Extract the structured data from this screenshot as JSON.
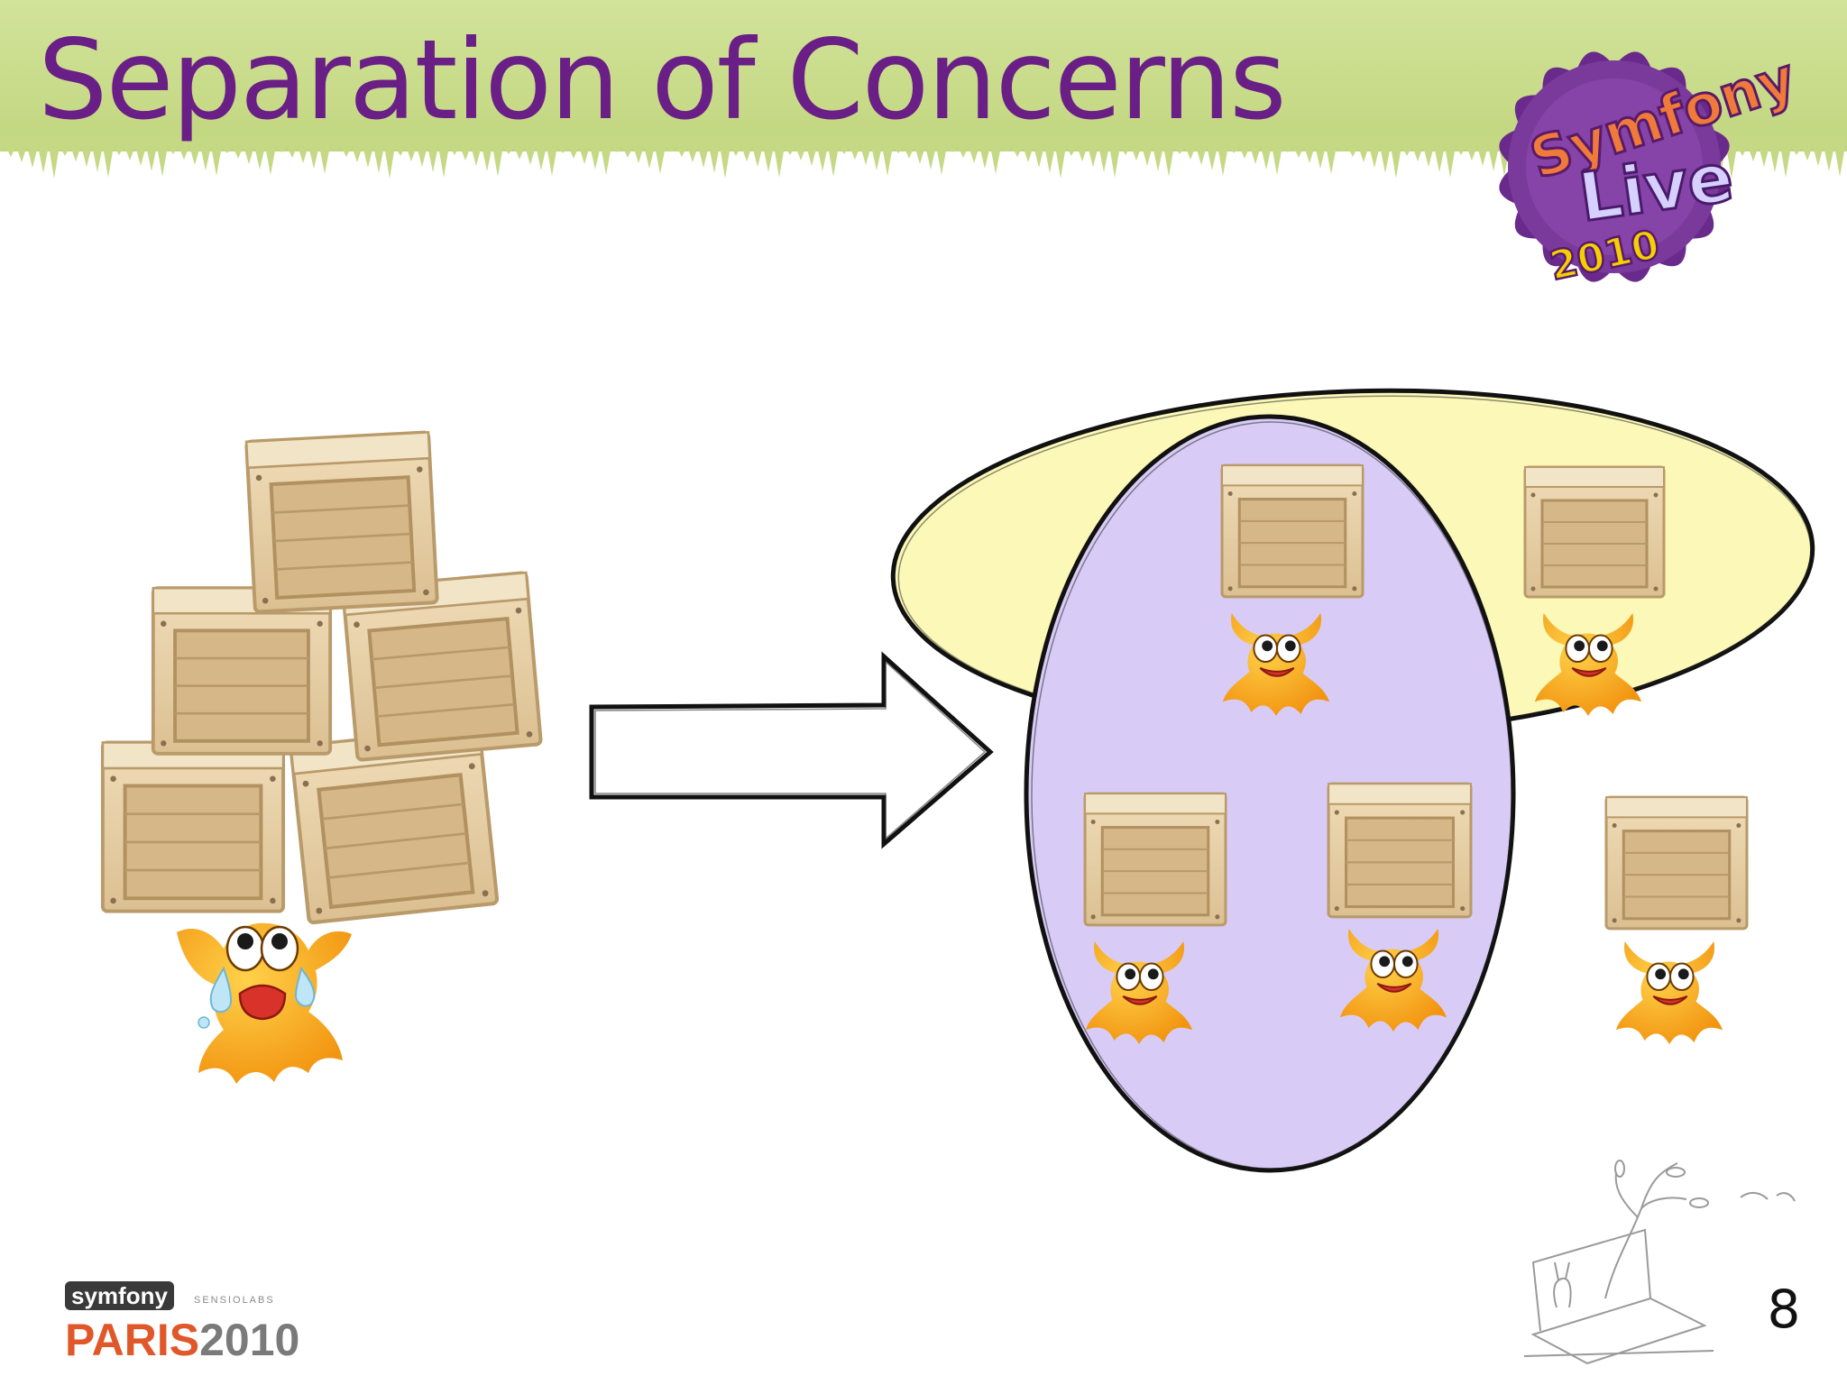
{
  "slide": {
    "title": "Separation of Concerns",
    "page_number": "8"
  },
  "conference_badge": {
    "line1": "Symfony",
    "line2": "Live",
    "year": "2010"
  },
  "footer": {
    "brand": "symfony",
    "partner": "SENSIOLABS",
    "event_a": "PARIS",
    "event_b": "2010"
  },
  "colors": {
    "title": "#6a1f86",
    "banner_green": "#c9dc8a",
    "ellipse_purple": "#d8ccf6",
    "ellipse_yellow": "#fbf8b8",
    "crate": "#e2c69a",
    "figure": "#f5a21c"
  },
  "icons": [
    "crate-icon",
    "crying-figure-icon",
    "happy-figure-icon",
    "arrow-right-icon",
    "plant-laptop-doodle-icon"
  ]
}
